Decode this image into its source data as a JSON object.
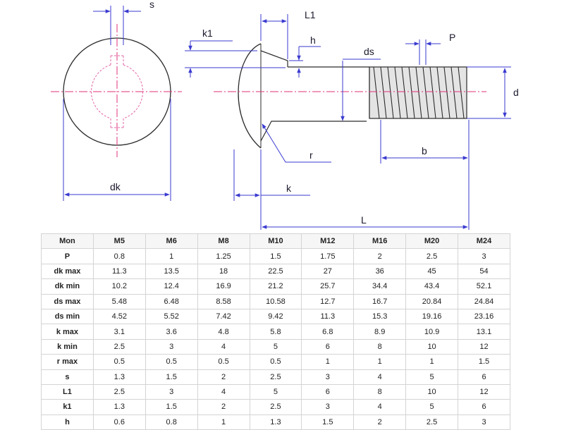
{
  "labels": {
    "s": "s",
    "L1": "L1",
    "k1": "k1",
    "h": "h",
    "ds": "ds",
    "P": "P",
    "d": "d",
    "r": "r",
    "b": "b",
    "dk": "dk",
    "k": "k",
    "L": "L"
  },
  "colors": {
    "outline": "#2b2b2b",
    "dimension": "#3a3ad0",
    "centerline": "#e0307a",
    "hidden": "#e26aa8"
  },
  "table": {
    "headers": [
      "Mon",
      "M5",
      "M6",
      "M8",
      "M10",
      "M12",
      "M16",
      "M20",
      "M24"
    ],
    "rows": [
      {
        "label": "P",
        "values": [
          "0.8",
          "1",
          "1.25",
          "1.5",
          "1.75",
          "2",
          "2.5",
          "3"
        ]
      },
      {
        "label": "dk max",
        "values": [
          "11.3",
          "13.5",
          "18",
          "22.5",
          "27",
          "36",
          "45",
          "54"
        ]
      },
      {
        "label": "dk min",
        "values": [
          "10.2",
          "12.4",
          "16.9",
          "21.2",
          "25.7",
          "34.4",
          "43.4",
          "52.1"
        ]
      },
      {
        "label": "ds max",
        "values": [
          "5.48",
          "6.48",
          "8.58",
          "10.58",
          "12.7",
          "16.7",
          "20.84",
          "24.84"
        ]
      },
      {
        "label": "ds min",
        "values": [
          "4.52",
          "5.52",
          "7.42",
          "9.42",
          "11.3",
          "15.3",
          "19.16",
          "23.16"
        ]
      },
      {
        "label": "k max",
        "values": [
          "3.1",
          "3.6",
          "4.8",
          "5.8",
          "6.8",
          "8.9",
          "10.9",
          "13.1"
        ]
      },
      {
        "label": "k min",
        "values": [
          "2.5",
          "3",
          "4",
          "5",
          "6",
          "8",
          "10",
          "12"
        ]
      },
      {
        "label": "r max",
        "values": [
          "0.5",
          "0.5",
          "0.5",
          "0.5",
          "1",
          "1",
          "1",
          "1.5"
        ]
      },
      {
        "label": "s",
        "values": [
          "1.3",
          "1.5",
          "2",
          "2.5",
          "3",
          "4",
          "5",
          "6"
        ]
      },
      {
        "label": "L1",
        "values": [
          "2.5",
          "3",
          "4",
          "5",
          "6",
          "8",
          "10",
          "12"
        ]
      },
      {
        "label": "k1",
        "values": [
          "1.3",
          "1.5",
          "2",
          "2.5",
          "3",
          "4",
          "5",
          "6"
        ]
      },
      {
        "label": "h",
        "values": [
          "0.6",
          "0.8",
          "1",
          "1.3",
          "1.5",
          "2",
          "2.5",
          "3"
        ]
      }
    ]
  }
}
